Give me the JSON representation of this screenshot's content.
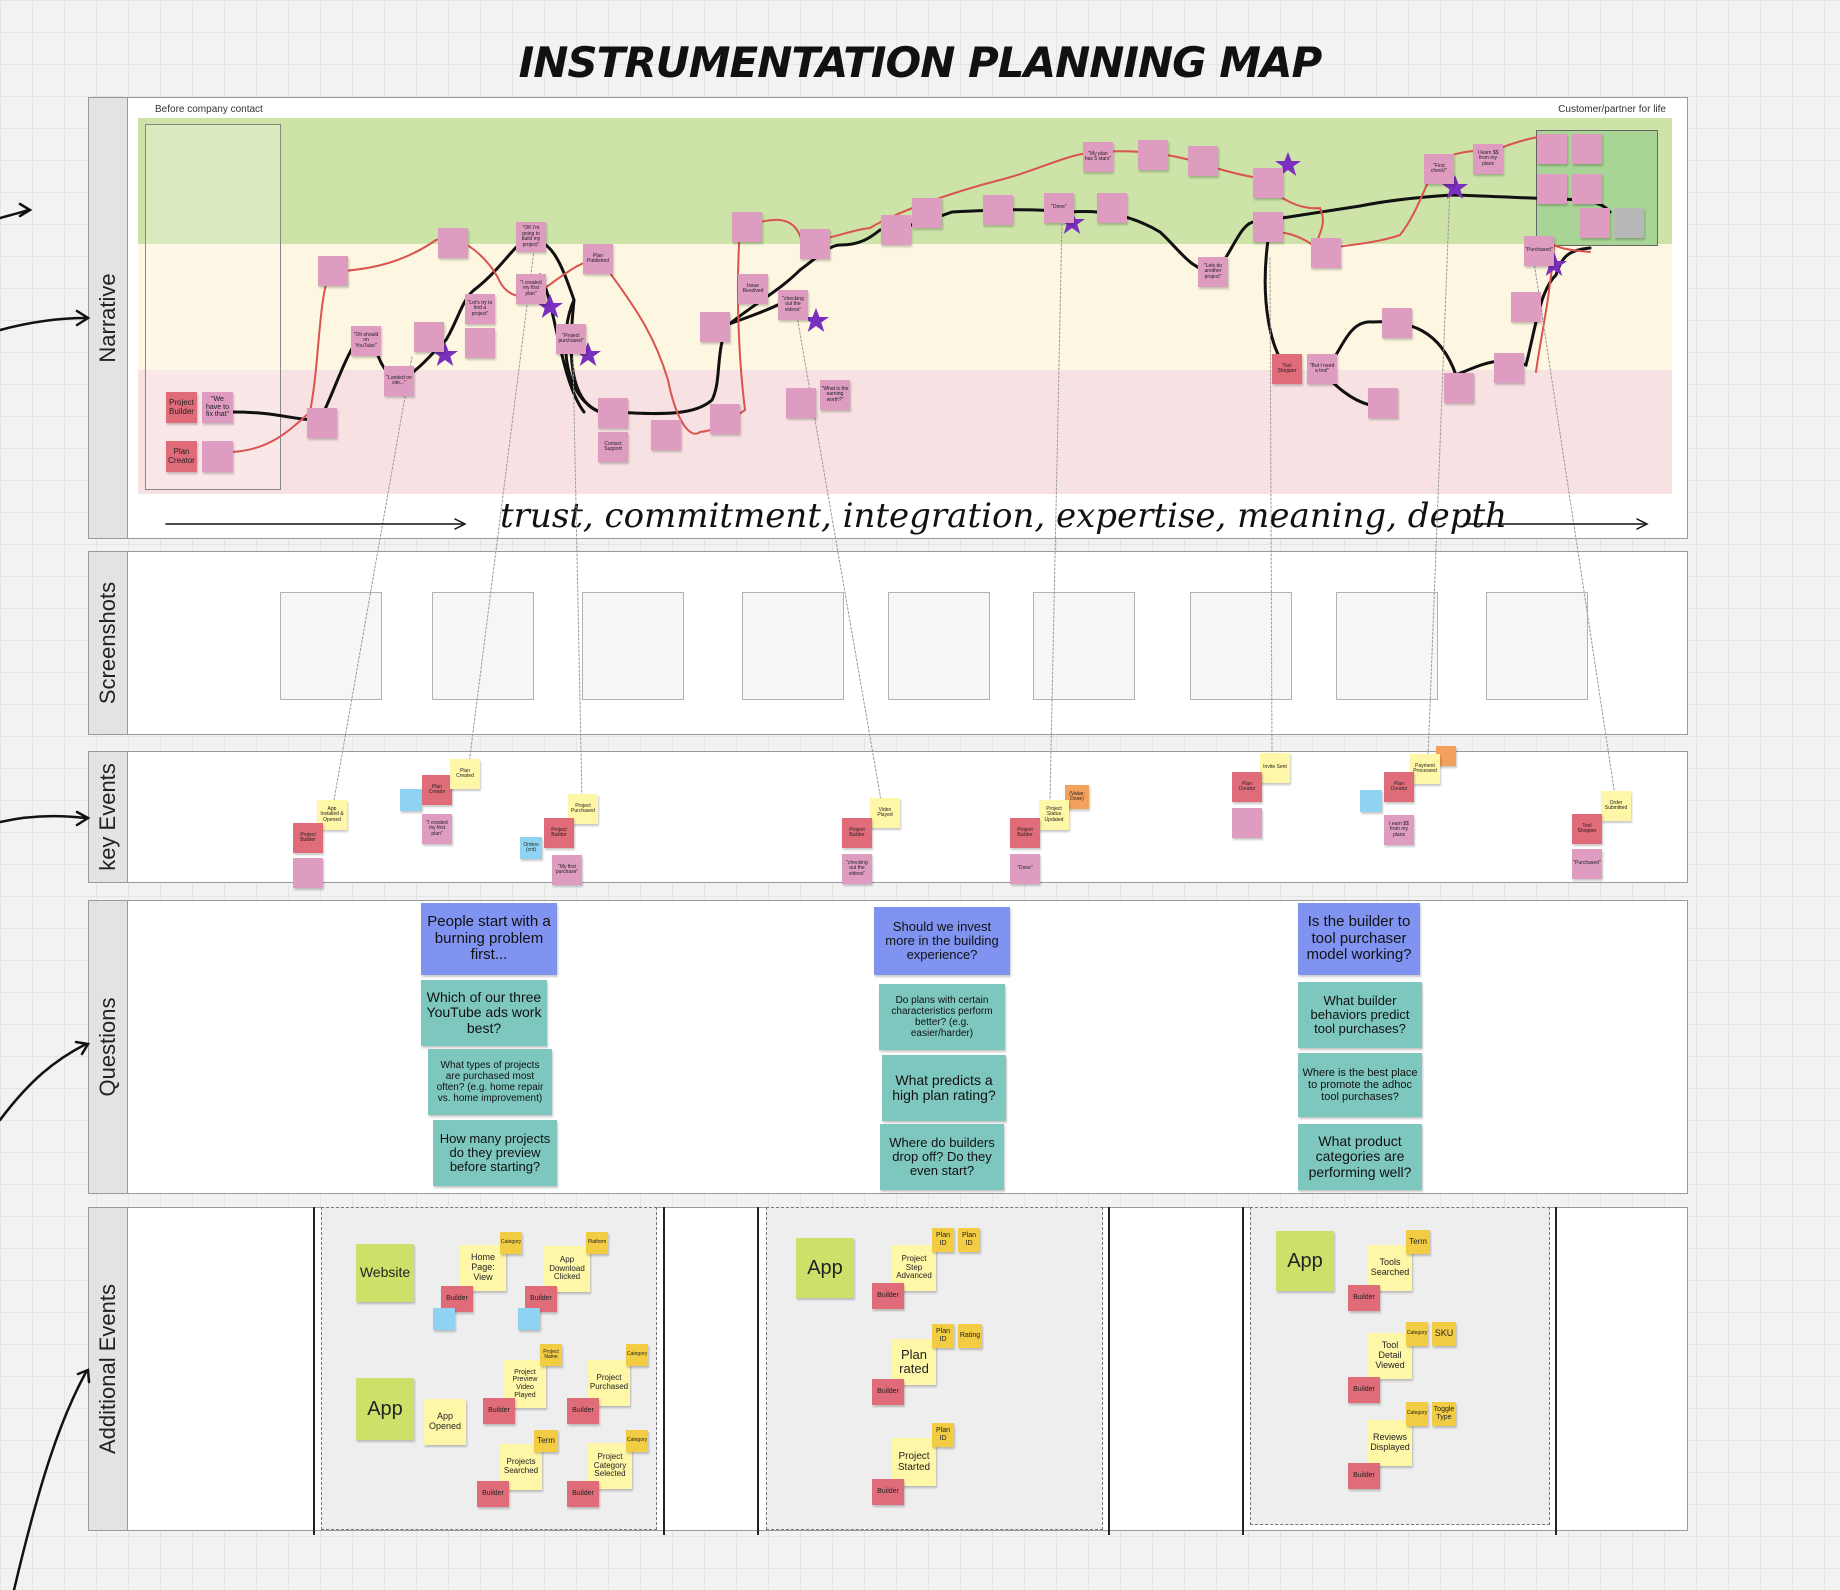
{
  "title": "INSTRUMENTATION PLANNING MAP",
  "lanes": {
    "narrative": "Narrative",
    "screenshots": "Screenshots",
    "key_events": "key Events",
    "questions": "Questions",
    "additional": "Additional Events"
  },
  "narrative": {
    "left_caption": "Before company contact",
    "right_caption": "Customer/partner for life",
    "tagline": "trust, commitment, integration, expertise, meaning, depth"
  },
  "narrative_notes": {
    "project_builder": "Project Builder",
    "we_have_to_fix": "\"We have to fix that\"",
    "plan_creator": "Plan Creator",
    "done": "\"Done\"",
    "plan_published": "Plan Published",
    "issue_resolved": "Issue Resolved",
    "contact_support": "Contact Support",
    "landed_on_site": "\"Landed on site...\"",
    "oh_should_i": "\"Oh should on YouTube\"",
    "checking_videos": "\"checking out the videos\"",
    "first_check": "\"First check!\"",
    "lets_do_another": "\"Lets do another project\"",
    "tool_shopper": "Tool Shopper",
    "but_i_need_a_tool": "\"But I need a tool\"",
    "my_plan_has_5_stars": "\"My plan has 5 stars\"",
    "lets_try": "\"Let's try to find a project\"",
    "ok_im_going": "\"OK I'm going to build my project\"",
    "i_created_first_plan": "\"I created my first plan\"",
    "project_purchased": "\"Project purchased\"",
    "i_learn_from_plans": "I learn $$ from my plans",
    "purchased": "\"Purchased\"",
    "what_is_earning": "\"What is the earning worth?\""
  },
  "key_events": {
    "app_installed": "App Installed & Opened",
    "project_builder": "Project Builder",
    "plan_created": "Plan Created",
    "plan_creator": "Plan Creator",
    "i_created_first_plan": "\"I created my first plan\"",
    "project_purchased": "Project Purchased",
    "orders": "Orders (cnt)",
    "my_first_purchase": "\"My first purchase\"",
    "video_played": "Video Played",
    "checking_videos": "\"checking out the videos\"",
    "project_status_updated": "Project Status Updated",
    "value_done": "(Value: Done)",
    "done": "\"Done\"",
    "invite_sent": "Invite Sent",
    "payment_processed": "Payment Processed",
    "i_earn_from_plans": "I earn $$ from my plans",
    "order_submitted": "Order Submitted",
    "tool_shopper": "Tool Shopper",
    "purchased": "\"Purchased\""
  },
  "questions": {
    "col1": [
      "People start with a burning problem first...",
      "Which of our three YouTube ads work best?",
      "What types of projects are purchased most often? (e.g. home repair vs. home improvement)",
      "How many projects do they preview before starting?"
    ],
    "col2": [
      "Should we invest more in the building experience?",
      "Do plans with certain characteristics perform better? (e.g. easier/harder)",
      "What predicts a high plan rating?",
      "Where do builders drop off? Do they even start?"
    ],
    "col3": [
      "Is the builder to tool purchaser model working?",
      "What builder behaviors predict tool purchases?",
      "Where is the best place to promote the adhoc tool purchases?",
      "What product categories are performing well?"
    ]
  },
  "additional": {
    "g1": {
      "website": "Website",
      "app": "App",
      "home_page_view": "Home Page: View",
      "category": "Category",
      "app_download_clicked": "App Download Clicked",
      "platform": "Platform",
      "builder": "Builder",
      "app_opened": "App Opened",
      "project_preview_video_played": "Project Preview Video Played",
      "project_name": "Project Name",
      "project_purchased": "Project Purchased",
      "projects_searched": "Projects Searched",
      "term": "Term",
      "project_category_selected": "Project Category Selected"
    },
    "g2": {
      "app": "App",
      "project_step_advanced": "Project Step Advanced",
      "plan_id": "Plan ID",
      "builder": "Builder",
      "plan_rated": "Plan rated",
      "rating": "Rating",
      "project_started": "Project Started"
    },
    "g3": {
      "app": "App",
      "tools_searched": "Tools Searched",
      "term": "Term",
      "builder": "Builder",
      "tool_detail_viewed": "Tool Detail Viewed",
      "category": "Category",
      "sku": "SKU",
      "reviews_displayed": "Reviews Displayed",
      "toggle_type": "Toggle Type"
    }
  },
  "colors": {
    "narrative_green": "#cde3a8",
    "narrative_yellow": "#fdf6e0",
    "narrative_pink": "#f8e1e2",
    "question_purple": "#8093f1",
    "question_teal": "#7ec7bf",
    "star": "#7b2fbe",
    "journey_red": "#d9534f"
  }
}
